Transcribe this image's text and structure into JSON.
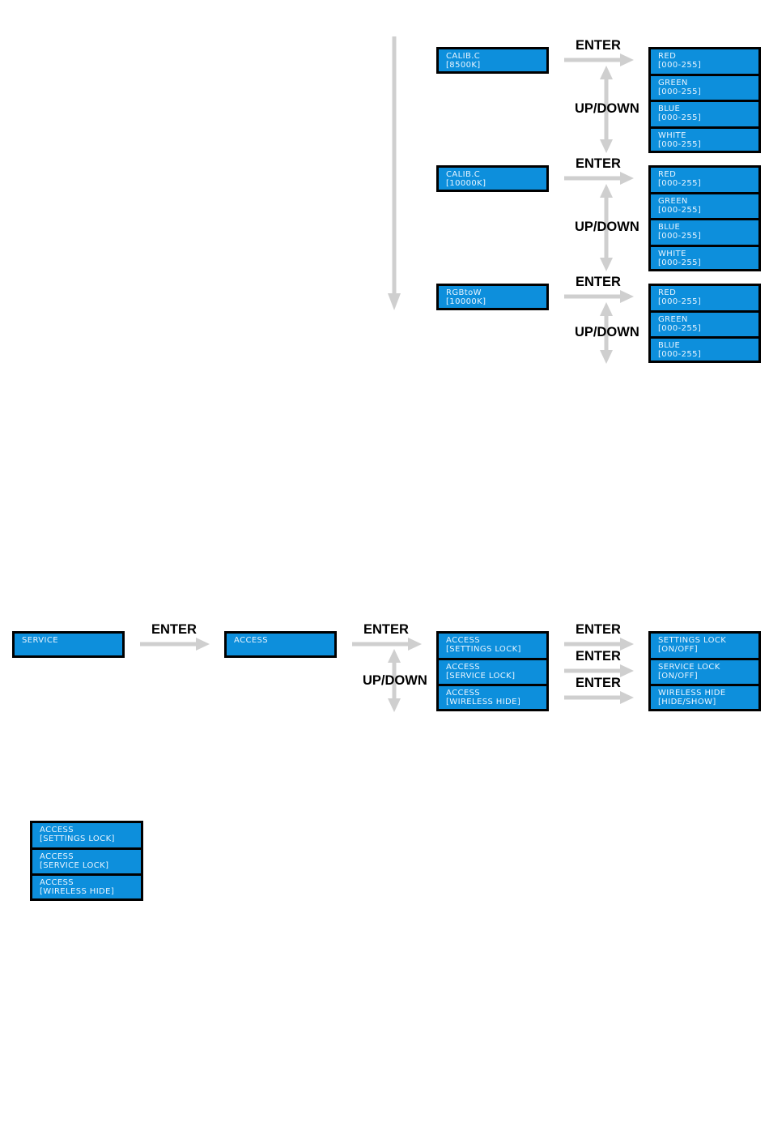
{
  "labels": {
    "enter": "ENTER",
    "updown": "UP/DOWN"
  },
  "calibration": {
    "menus": [
      {
        "line1": "CALIB.C",
        "line2": "[8500K]"
      },
      {
        "line1": "CALIB.C",
        "line2": "[10000K]"
      },
      {
        "line1": "RGBtoW",
        "line2": "[10000K]"
      }
    ],
    "submenus": [
      [
        {
          "line1": "RED",
          "line2": "[000-255]"
        },
        {
          "line1": "GREEN",
          "line2": "[000-255]"
        },
        {
          "line1": "BLUE",
          "line2": "[000-255]"
        },
        {
          "line1": "WHITE",
          "line2": "[000-255]"
        }
      ],
      [
        {
          "line1": "RED",
          "line2": "[000-255]"
        },
        {
          "line1": "GREEN",
          "line2": "[000-255]"
        },
        {
          "line1": "BLUE",
          "line2": "[000-255]"
        },
        {
          "line1": "WHITE",
          "line2": "[000-255]"
        }
      ],
      [
        {
          "line1": "RED",
          "line2": "[000-255]"
        },
        {
          "line1": "GREEN",
          "line2": "[000-255]"
        },
        {
          "line1": "BLUE",
          "line2": "[000-255]"
        }
      ]
    ]
  },
  "service": {
    "service_box": "SERVICE",
    "access_box": "ACCESS",
    "access_items": [
      {
        "line1": "ACCESS",
        "line2": "[SETTINGS LOCK]"
      },
      {
        "line1": "ACCESS",
        "line2": "[SERVICE LOCK]"
      },
      {
        "line1": "ACCESS",
        "line2": "[WIRELESS HIDE]"
      }
    ],
    "results": [
      {
        "line1": "SETTINGS LOCK",
        "line2": "[ON/OFF]"
      },
      {
        "line1": "SERVICE LOCK",
        "line2": "[ON/OFF]"
      },
      {
        "line1": "WIRELESS HIDE",
        "line2": "[HIDE/SHOW]"
      }
    ]
  },
  "standalone": [
    {
      "line1": "ACCESS",
      "line2": "[SETTINGS LOCK]"
    },
    {
      "line1": "ACCESS",
      "line2": "[SERVICE LOCK]"
    },
    {
      "line1": "ACCESS",
      "line2": "[WIRELESS HIDE]"
    }
  ],
  "colors": {
    "lcd_fill": "#0d8fdc",
    "lcd_text": "#e9f5ff",
    "lcd_border": "#000000",
    "arrow": "#cfcfcf"
  }
}
